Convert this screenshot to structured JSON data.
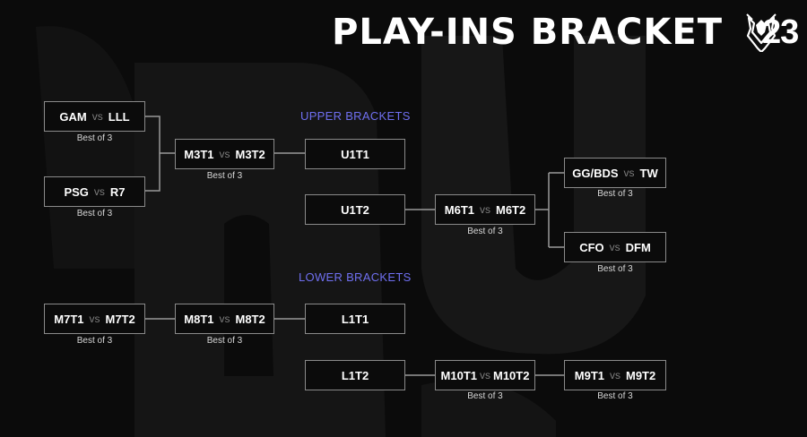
{
  "title": "PLAY-INS BRACKET",
  "logo_number": "23",
  "vs": "vs",
  "best_of": "Best of 3",
  "upper_label": "UPPER BRACKETS",
  "lower_label": "LOWER BRACKETS",
  "matches": {
    "gam_lll": {
      "a": "GAM",
      "b": "LLL"
    },
    "psg_r7": {
      "a": "PSG",
      "b": "R7"
    },
    "m3": {
      "a": "M3T1",
      "b": "M3T2"
    },
    "m6": {
      "a": "M6T1",
      "b": "M6T2"
    },
    "ggbds_tw": {
      "a": "GG/BDS",
      "b": "TW"
    },
    "cfo_dfm": {
      "a": "CFO",
      "b": "DFM"
    },
    "m7": {
      "a": "M7T1",
      "b": "M7T2"
    },
    "m8": {
      "a": "M8T1",
      "b": "M8T2"
    },
    "m10": {
      "a": "M10T1",
      "b": "M10T2"
    },
    "m9": {
      "a": "M9T1",
      "b": "M9T2"
    }
  },
  "slots": {
    "u1t1": "U1T1",
    "u1t2": "U1T2",
    "l1t1": "L1T1",
    "l1t2": "L1T2"
  }
}
